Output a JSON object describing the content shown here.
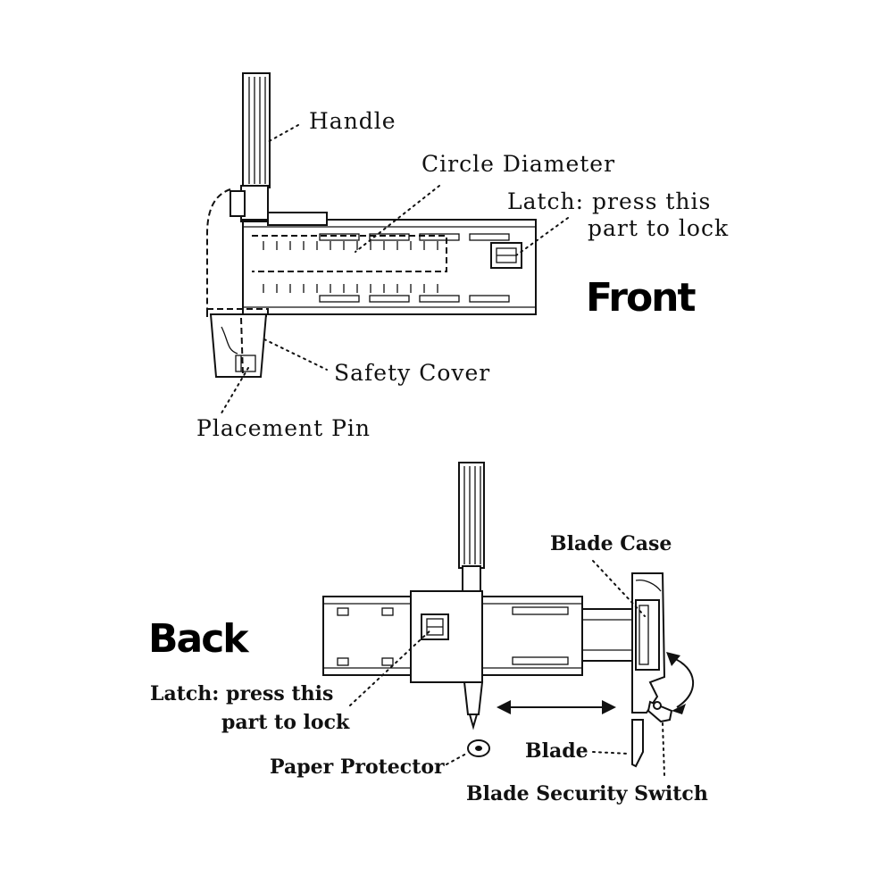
{
  "front": {
    "heading": "Front",
    "labels": {
      "handle": "Handle",
      "circle_diameter": "Circle Diameter",
      "latch_line1": "Latch: press this",
      "latch_line2": "part to lock",
      "safety_cover": "Safety Cover",
      "placement_pin": "Placement Pin"
    }
  },
  "back": {
    "heading": "Back",
    "labels": {
      "blade_case": "Blade Case",
      "latch_line1": "Latch: press this",
      "latch_line2": "part to lock",
      "paper_protector": "Paper Protector",
      "blade": "Blade",
      "blade_security_switch": "Blade Security Switch"
    }
  }
}
